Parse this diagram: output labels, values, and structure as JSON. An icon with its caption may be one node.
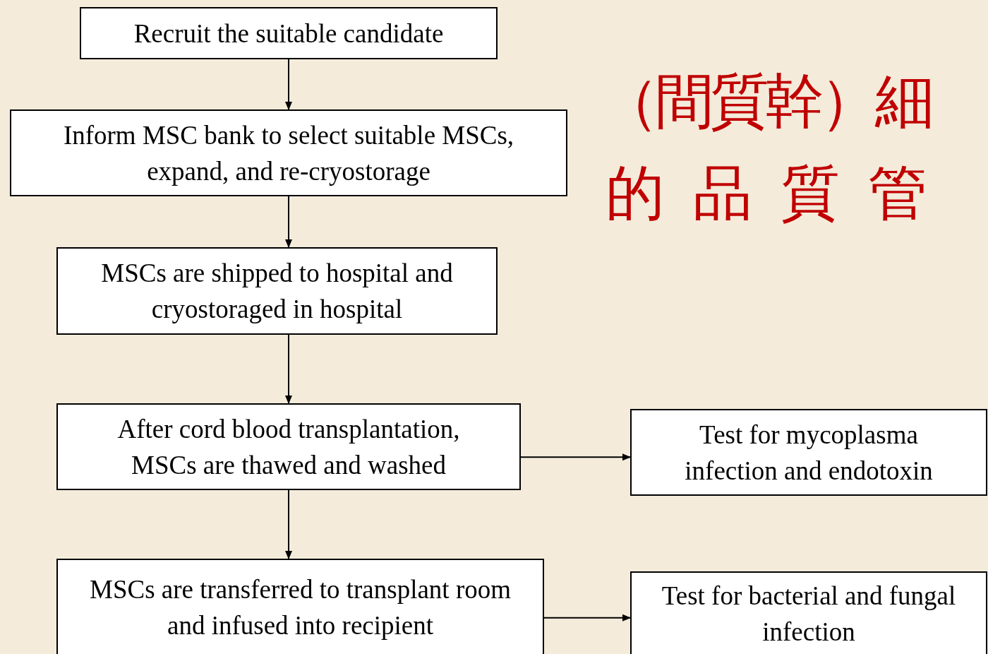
{
  "diagram": {
    "nodes": [
      {
        "text": [
          "Recruit the suitable candidate"
        ]
      },
      {
        "text": [
          "Inform MSC bank to select suitable MSCs, expand, and re-cryostorage"
        ]
      },
      {
        "text": [
          "MSCs are shipped to hospital and cryostoraged in hospital"
        ]
      },
      {
        "text": [
          "After cord blood transplantation, MSCs are thawed and washed"
        ]
      },
      {
        "text": [
          "Test for mycoplasma infection and endotoxin"
        ]
      },
      {
        "text": [
          "MSCs are transferred to transplant room and infused into recipient"
        ]
      },
      {
        "text": [
          "Test for bacterial and fungal infection"
        ]
      }
    ],
    "edges": [
      {
        "from": 0,
        "to": 1,
        "arrow": "to"
      },
      {
        "from": 1,
        "to": 2,
        "arrow": "to"
      },
      {
        "from": 2,
        "to": 3,
        "arrow": "to"
      },
      {
        "from": 3,
        "to": 5,
        "arrow": "to"
      },
      {
        "from": 3,
        "to": 4,
        "arrow": "to"
      },
      {
        "from": 5,
        "to": 6,
        "arrow": "to"
      }
    ],
    "labels": [
      "（間質幹）細",
      "的品質管"
    ]
  }
}
